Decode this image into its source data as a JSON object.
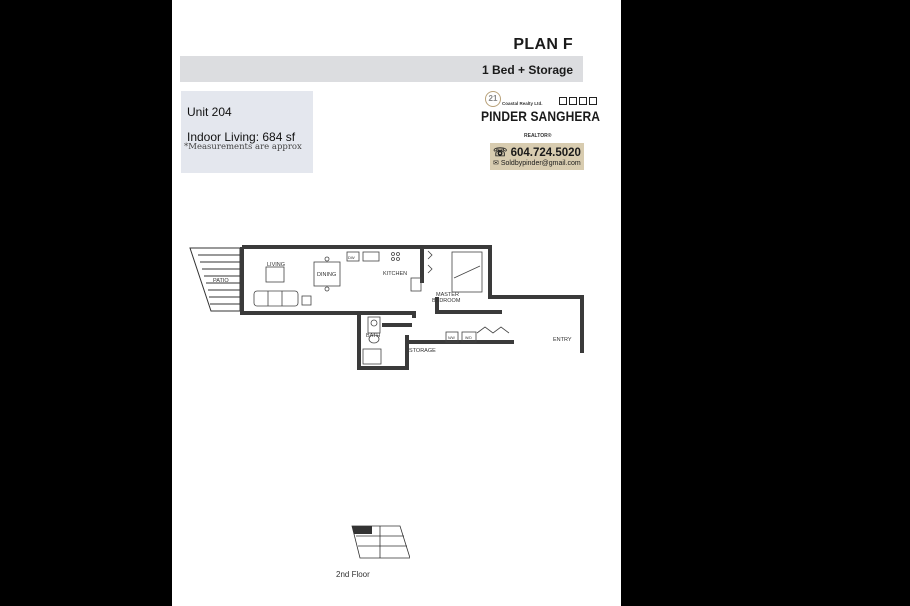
{
  "header": {
    "plan_title": "PLAN F",
    "plan_subtitle": "1 Bed + Storage"
  },
  "unit_info": {
    "unit": "Unit  204",
    "indoor_living": "Indoor Living: 684 sf",
    "note": "*Measurements are approx"
  },
  "agent": {
    "brokerage_badge": "21",
    "brokerage": "Coastal Realty Ltd.",
    "name": "PINDER SANGHERA",
    "title": "REALTOR®",
    "phone": "604.724.5020",
    "email": "Soldbypinder@gmail.com",
    "accent_color": "#d8ccb0"
  },
  "floorplan": {
    "rooms": [
      "PATIO",
      "LIVING",
      "DINING",
      "KITCHEN",
      "MASTER BEDROOM",
      "BATH",
      "STORAGE",
      "ENTRY"
    ],
    "appliances": [
      "DW",
      "W/D",
      "N/W"
    ]
  },
  "key_plan": {
    "label": "2nd Floor"
  }
}
